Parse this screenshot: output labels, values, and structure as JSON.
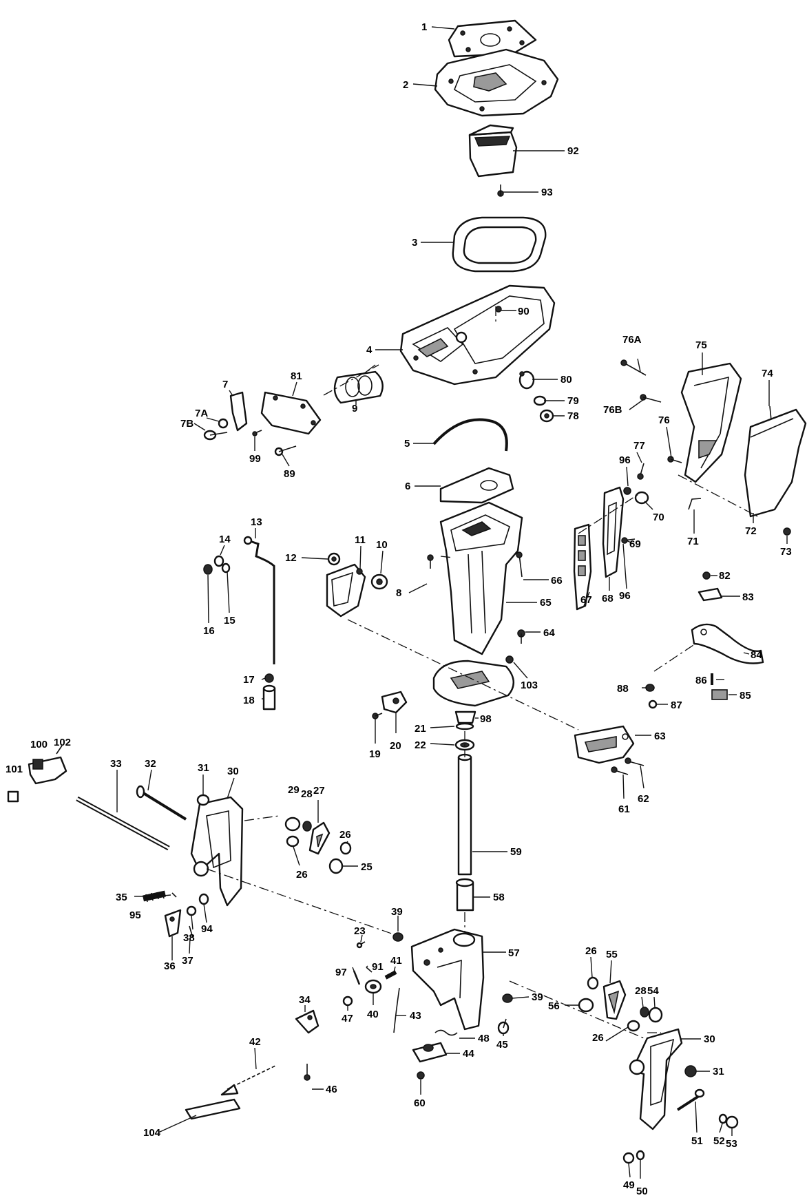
{
  "colors": {
    "line": "#111111",
    "background": "#ffffff"
  },
  "callouts": {
    "c1": "1",
    "c2": "2",
    "c92": "92",
    "c93": "93",
    "c3": "3",
    "c90": "90",
    "c4": "4",
    "c76A": "76A",
    "c75": "75",
    "c74": "74",
    "c80": "80",
    "c79": "79",
    "c78": "78",
    "c76B": "76B",
    "c76": "76",
    "c77": "77",
    "c96a": "96",
    "c96b": "96",
    "c70": "70",
    "c71": "71",
    "c69": "69",
    "c67": "67",
    "c68": "68",
    "c72": "72",
    "c73": "73",
    "c7": "7",
    "c81": "81",
    "c9": "9",
    "c7A": "7A",
    "c7B": "7B",
    "c99": "99",
    "c89": "89",
    "c5": "5",
    "c6": "6",
    "c13": "13",
    "c14": "14",
    "c15": "15",
    "c16": "16",
    "c11": "11",
    "c12": "12",
    "c10": "10",
    "c8": "8",
    "c66": "66",
    "c65": "65",
    "c64": "64",
    "c103": "103",
    "c82": "82",
    "c83": "83",
    "c84": "84",
    "c86": "86",
    "c88": "88",
    "c87": "87",
    "c85": "85",
    "c17": "17",
    "c18": "18",
    "c19": "19",
    "c20": "20",
    "c21": "21",
    "c22": "22",
    "c98": "98",
    "c63": "63",
    "c61": "61",
    "c62": "62",
    "c100": "100",
    "c102": "102",
    "c101": "101",
    "c33": "33",
    "c32": "32",
    "c31a": "31",
    "c30a": "30",
    "c29": "29",
    "c28a": "28",
    "c27": "27",
    "c26a": "26",
    "c26b": "26",
    "c25": "25",
    "c59": "59",
    "c58": "58",
    "c35": "35",
    "c95": "95",
    "c94": "94",
    "c38": "38",
    "c37": "37",
    "c36": "36",
    "c39a": "39",
    "c23": "23",
    "c57": "57",
    "c97": "97",
    "c91": "91",
    "c41": "41",
    "c40": "40",
    "c47": "47",
    "c43": "43",
    "c34": "34",
    "c42": "42",
    "c46": "46",
    "c104": "104",
    "c39b": "39",
    "c48": "48",
    "c44": "44",
    "c45": "45",
    "c60": "60",
    "c26c": "26",
    "c55": "55",
    "c28b": "28",
    "c54": "54",
    "c56": "56",
    "c26d": "26",
    "c30b": "30",
    "c31b": "31",
    "c51": "51",
    "c52": "52",
    "c53": "53",
    "c49": "49",
    "c50": "50"
  }
}
